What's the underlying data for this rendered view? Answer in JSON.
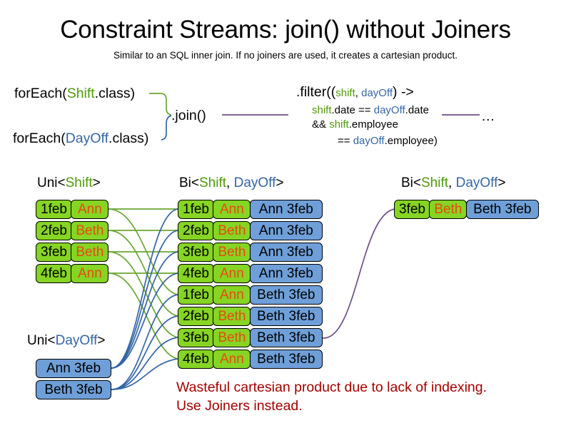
{
  "title": "Constraint Streams: join() without Joiners",
  "subtitle": "Similar to an SQL inner join. If no joiners are used, it creates a cartesian product.",
  "code": {
    "foreach_shift_pre": "forEach(",
    "foreach_shift_type": "Shift",
    "foreach_shift_post": ".class)",
    "foreach_dayoff_pre": "forEach(",
    "foreach_dayoff_type": "DayOff",
    "foreach_dayoff_post": ".class)",
    "join": ".join()",
    "filter_l1_a": ".filter((",
    "filter_l1_shift": "shift",
    "filter_l1_comma": ", ",
    "filter_l1_dayoff": "dayOff",
    "filter_l1_b": ") ->",
    "filter_l2_shift": "shift",
    "filter_l2_mid": ".date == ",
    "filter_l2_dayoff": "dayOff",
    "filter_l2_end": ".date",
    "filter_l3_pre": "&& ",
    "filter_l3_shift": "shift",
    "filter_l3_end": ".employee",
    "filter_l4_pre": "== ",
    "filter_l4_dayoff": "dayOff",
    "filter_l4_end": ".employee)",
    "ellipsis": "…"
  },
  "columns": {
    "uni_shift": {
      "pre": "Uni<",
      "type": "Shift",
      "post": ">"
    },
    "uni_dayoff": {
      "pre": "Uni<",
      "type": "DayOff",
      "post": ">"
    },
    "bi_middle": {
      "pre": "Bi<",
      "type1": "Shift",
      "comma": ", ",
      "type2": "DayOff",
      "post": ">"
    },
    "bi_right": {
      "pre": "Bi<",
      "type1": "Shift",
      "comma": ", ",
      "type2": "DayOff",
      "post": ">"
    }
  },
  "shift_rows": [
    {
      "date": "1feb",
      "name": "Ann"
    },
    {
      "date": "2feb",
      "name": "Beth"
    },
    {
      "date": "3feb",
      "name": "Beth"
    },
    {
      "date": "4feb",
      "name": "Ann"
    }
  ],
  "dayoff_rows": [
    {
      "label": "Ann 3feb"
    },
    {
      "label": "Beth 3feb"
    }
  ],
  "product_rows": [
    {
      "date": "1feb",
      "name": "Ann",
      "dayoff": "Ann 3feb"
    },
    {
      "date": "2feb",
      "name": "Beth",
      "dayoff": "Ann 3feb"
    },
    {
      "date": "3feb",
      "name": "Beth",
      "dayoff": "Ann 3feb"
    },
    {
      "date": "4feb",
      "name": "Ann",
      "dayoff": "Ann 3feb"
    },
    {
      "date": "1feb",
      "name": "Ann",
      "dayoff": "Beth 3feb"
    },
    {
      "date": "2feb",
      "name": "Beth",
      "dayoff": "Beth 3feb"
    },
    {
      "date": "3feb",
      "name": "Beth",
      "dayoff": "Beth 3feb"
    },
    {
      "date": "4feb",
      "name": "Ann",
      "dayoff": "Beth 3feb"
    }
  ],
  "result_rows": [
    {
      "date": "3feb",
      "name": "Beth",
      "dayoff": "Beth 3feb"
    }
  ],
  "warning": {
    "line1": "Wasteful cartesian product due to lack of indexing.",
    "line2": "Use Joiners instead."
  },
  "colors": {
    "green_fill": "#86d423",
    "blue_fill": "#6f9fd8",
    "green_text": "#4e9a06",
    "blue_text": "#3465a4",
    "name_text": "#e8490f",
    "warning_text": "#a40000",
    "wire_green": "#6aa633",
    "wire_blue": "#3465a4",
    "wire_purple": "#6b4f86"
  }
}
